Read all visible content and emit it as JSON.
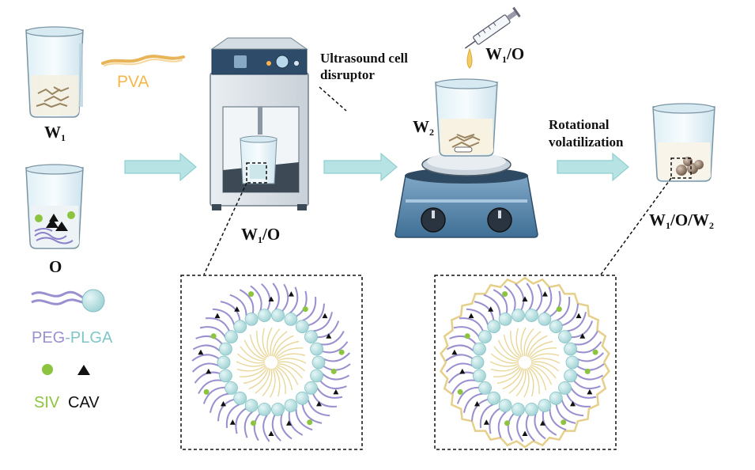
{
  "labels": {
    "w1": {
      "main": "W",
      "sub": "1"
    },
    "pva": "PVA",
    "o": "O",
    "peg": "PEG",
    "dash": "-",
    "plga": "PLGA",
    "siv": "SIV",
    "cav": "CAV",
    "ultrasound_line1": "Ultrasound cell",
    "ultrasound_line2": "disruptor",
    "w1o_mid": {
      "w": "W",
      "sub": "1",
      "rest": "/O"
    },
    "w1o_top": {
      "w": "W",
      "sub": "1",
      "rest": "/O"
    },
    "w2": {
      "main": "W",
      "sub": "2"
    },
    "rotational_line1": "Rotational",
    "rotational_line2": "volatilization",
    "w1ow2": {
      "w": "W",
      "sub": "1",
      "rest": "/O/W",
      "sub2": "2"
    }
  },
  "colors": {
    "arrow": "#b7e3e4",
    "arrow_stroke": "#8fcfd1",
    "pva": "#f2b84b",
    "peg": "#9a8fcf",
    "plga": "#a9d9db",
    "siv": "#8cc43f",
    "cav": "#111111",
    "shell": "#e6cf8a",
    "core": "#e9d79a"
  },
  "icons": [
    "beaker-w1",
    "beaker-o",
    "ultrasound-device",
    "syringe",
    "hotplate-stirrer",
    "beaker-product",
    "micelle-w1o",
    "microsphere-w1ow2",
    "peg-plga-molecule"
  ]
}
